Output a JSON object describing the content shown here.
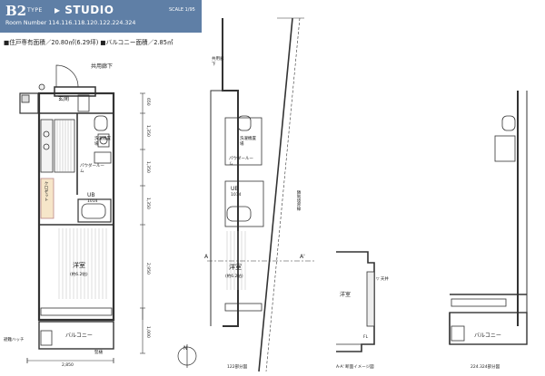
{
  "header": {
    "type_code": "B2",
    "type_word": "TYPE",
    "studio": "▸ STUDIO",
    "scale": "SCALE 1/95",
    "room_number": "Room Number  114.116.118.120.122.224.324"
  },
  "area": {
    "text": "■住戸専有面積／20.80㎡(6.29坪)   ■バルコニー面積／2.85㎡"
  },
  "labels": {
    "corridor": "共用廊下",
    "corridor_right": "共用廊下",
    "entrance": "玄関",
    "powder_room": "パウダールーム",
    "powder_room_right": "パウダールーム",
    "laundry": "洗濯機置場",
    "laundry_right": "洗濯機置場",
    "ub": "UB",
    "ub_size": "1014",
    "ub_right": "UB",
    "ub_size_right": "1014",
    "closet": "クロゼット",
    "western": "洋室",
    "western_size": "(約6.2帖)",
    "western_right": "洋室",
    "western_size_right": "(約6.2帖)",
    "balcony": "バルコニー",
    "balcony_right2": "バルコニー",
    "dim_width": "2,850",
    "dim_1": "650",
    "dim_2": "1,350",
    "dim_3": "1,350",
    "dim_4": "1,350",
    "dim_5": "2,950",
    "dim_6": "1,000",
    "section_a_left": "A",
    "section_a_right": "A'",
    "section_caption": "A-A' 断面イメージ図",
    "section_room": "洋室",
    "section_ceiling": "▽ 天井",
    "section_floor": "FL",
    "part_122": "122部分図",
    "part_224": "224.324部分図",
    "road_label": "隣地境界線",
    "north": "N",
    "note_left": "避難ハッチ",
    "note_drain": "竪樋"
  }
}
